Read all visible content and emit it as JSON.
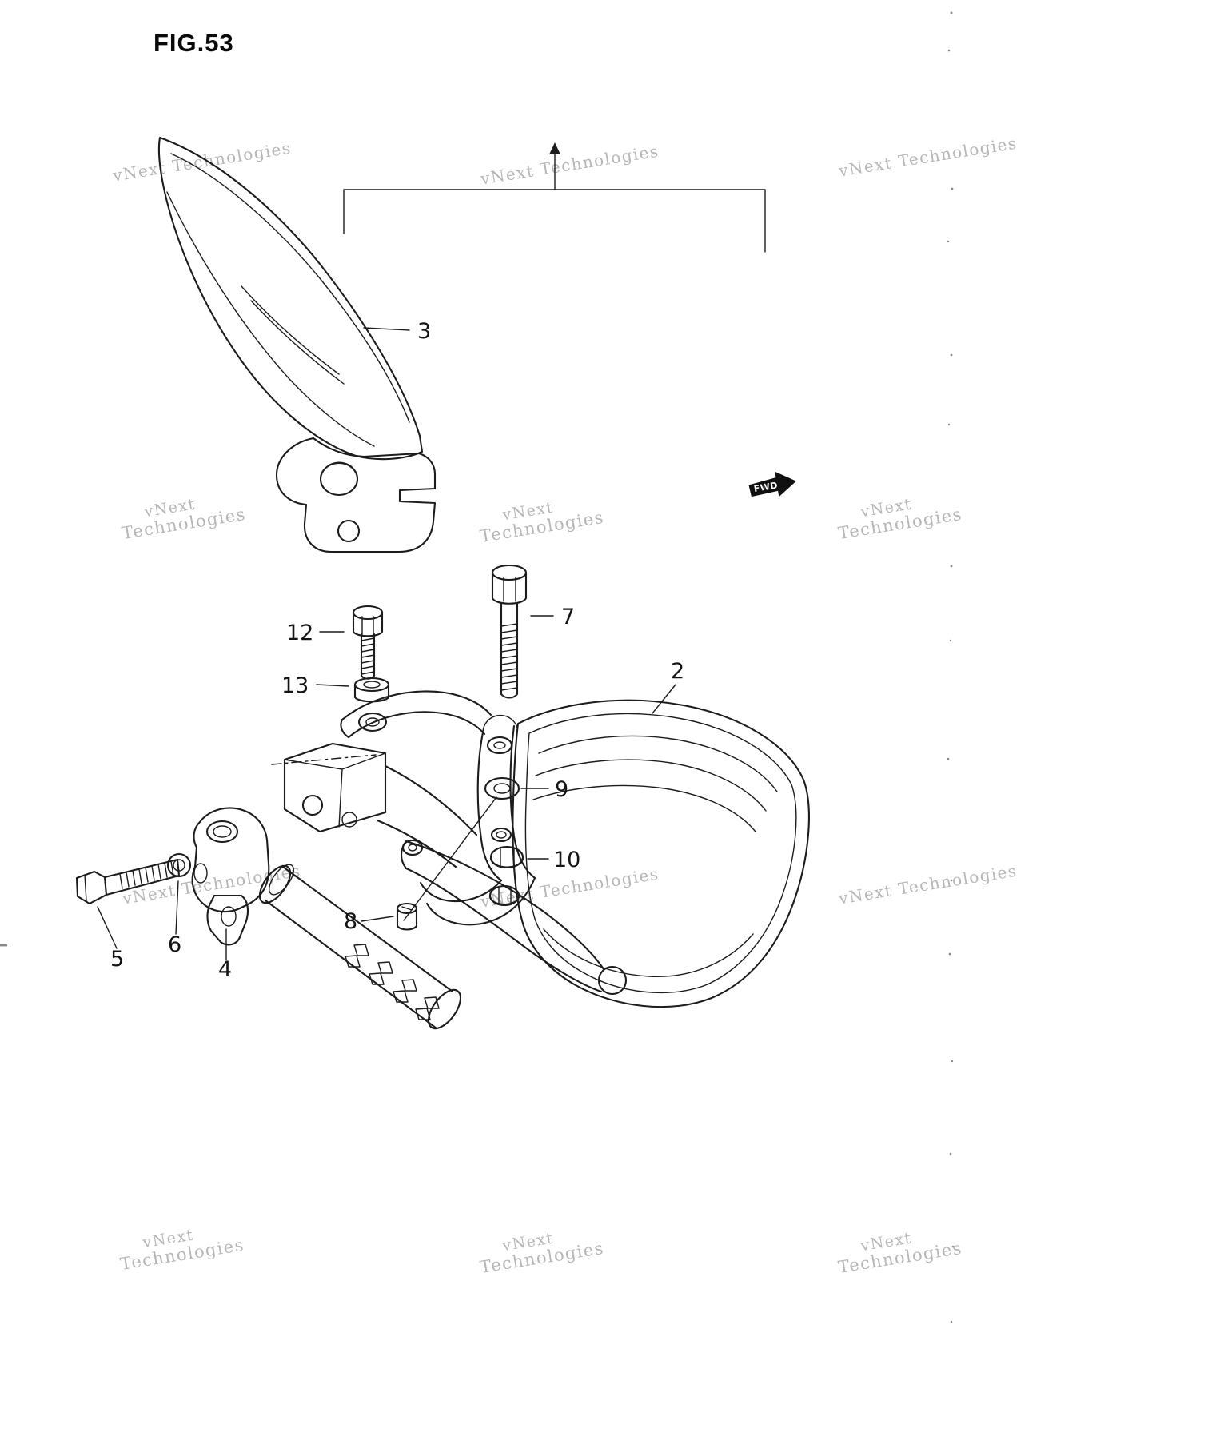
{
  "figure": {
    "title": "FIG.53"
  },
  "direction": {
    "label": "FWD"
  },
  "watermark": {
    "single": "vNext Technologies",
    "line1": "vNext",
    "line2": "Technologies"
  },
  "parts": {
    "p2": {
      "label": "2"
    },
    "p3": {
      "label": "3"
    },
    "p4": {
      "label": "4"
    },
    "p5": {
      "label": "5"
    },
    "p6": {
      "label": "6"
    },
    "p7": {
      "label": "7"
    },
    "p8": {
      "label": "8"
    },
    "p9": {
      "label": "9"
    },
    "p10": {
      "label": "10"
    },
    "p12": {
      "label": "12"
    },
    "p13": {
      "label": "13"
    }
  }
}
